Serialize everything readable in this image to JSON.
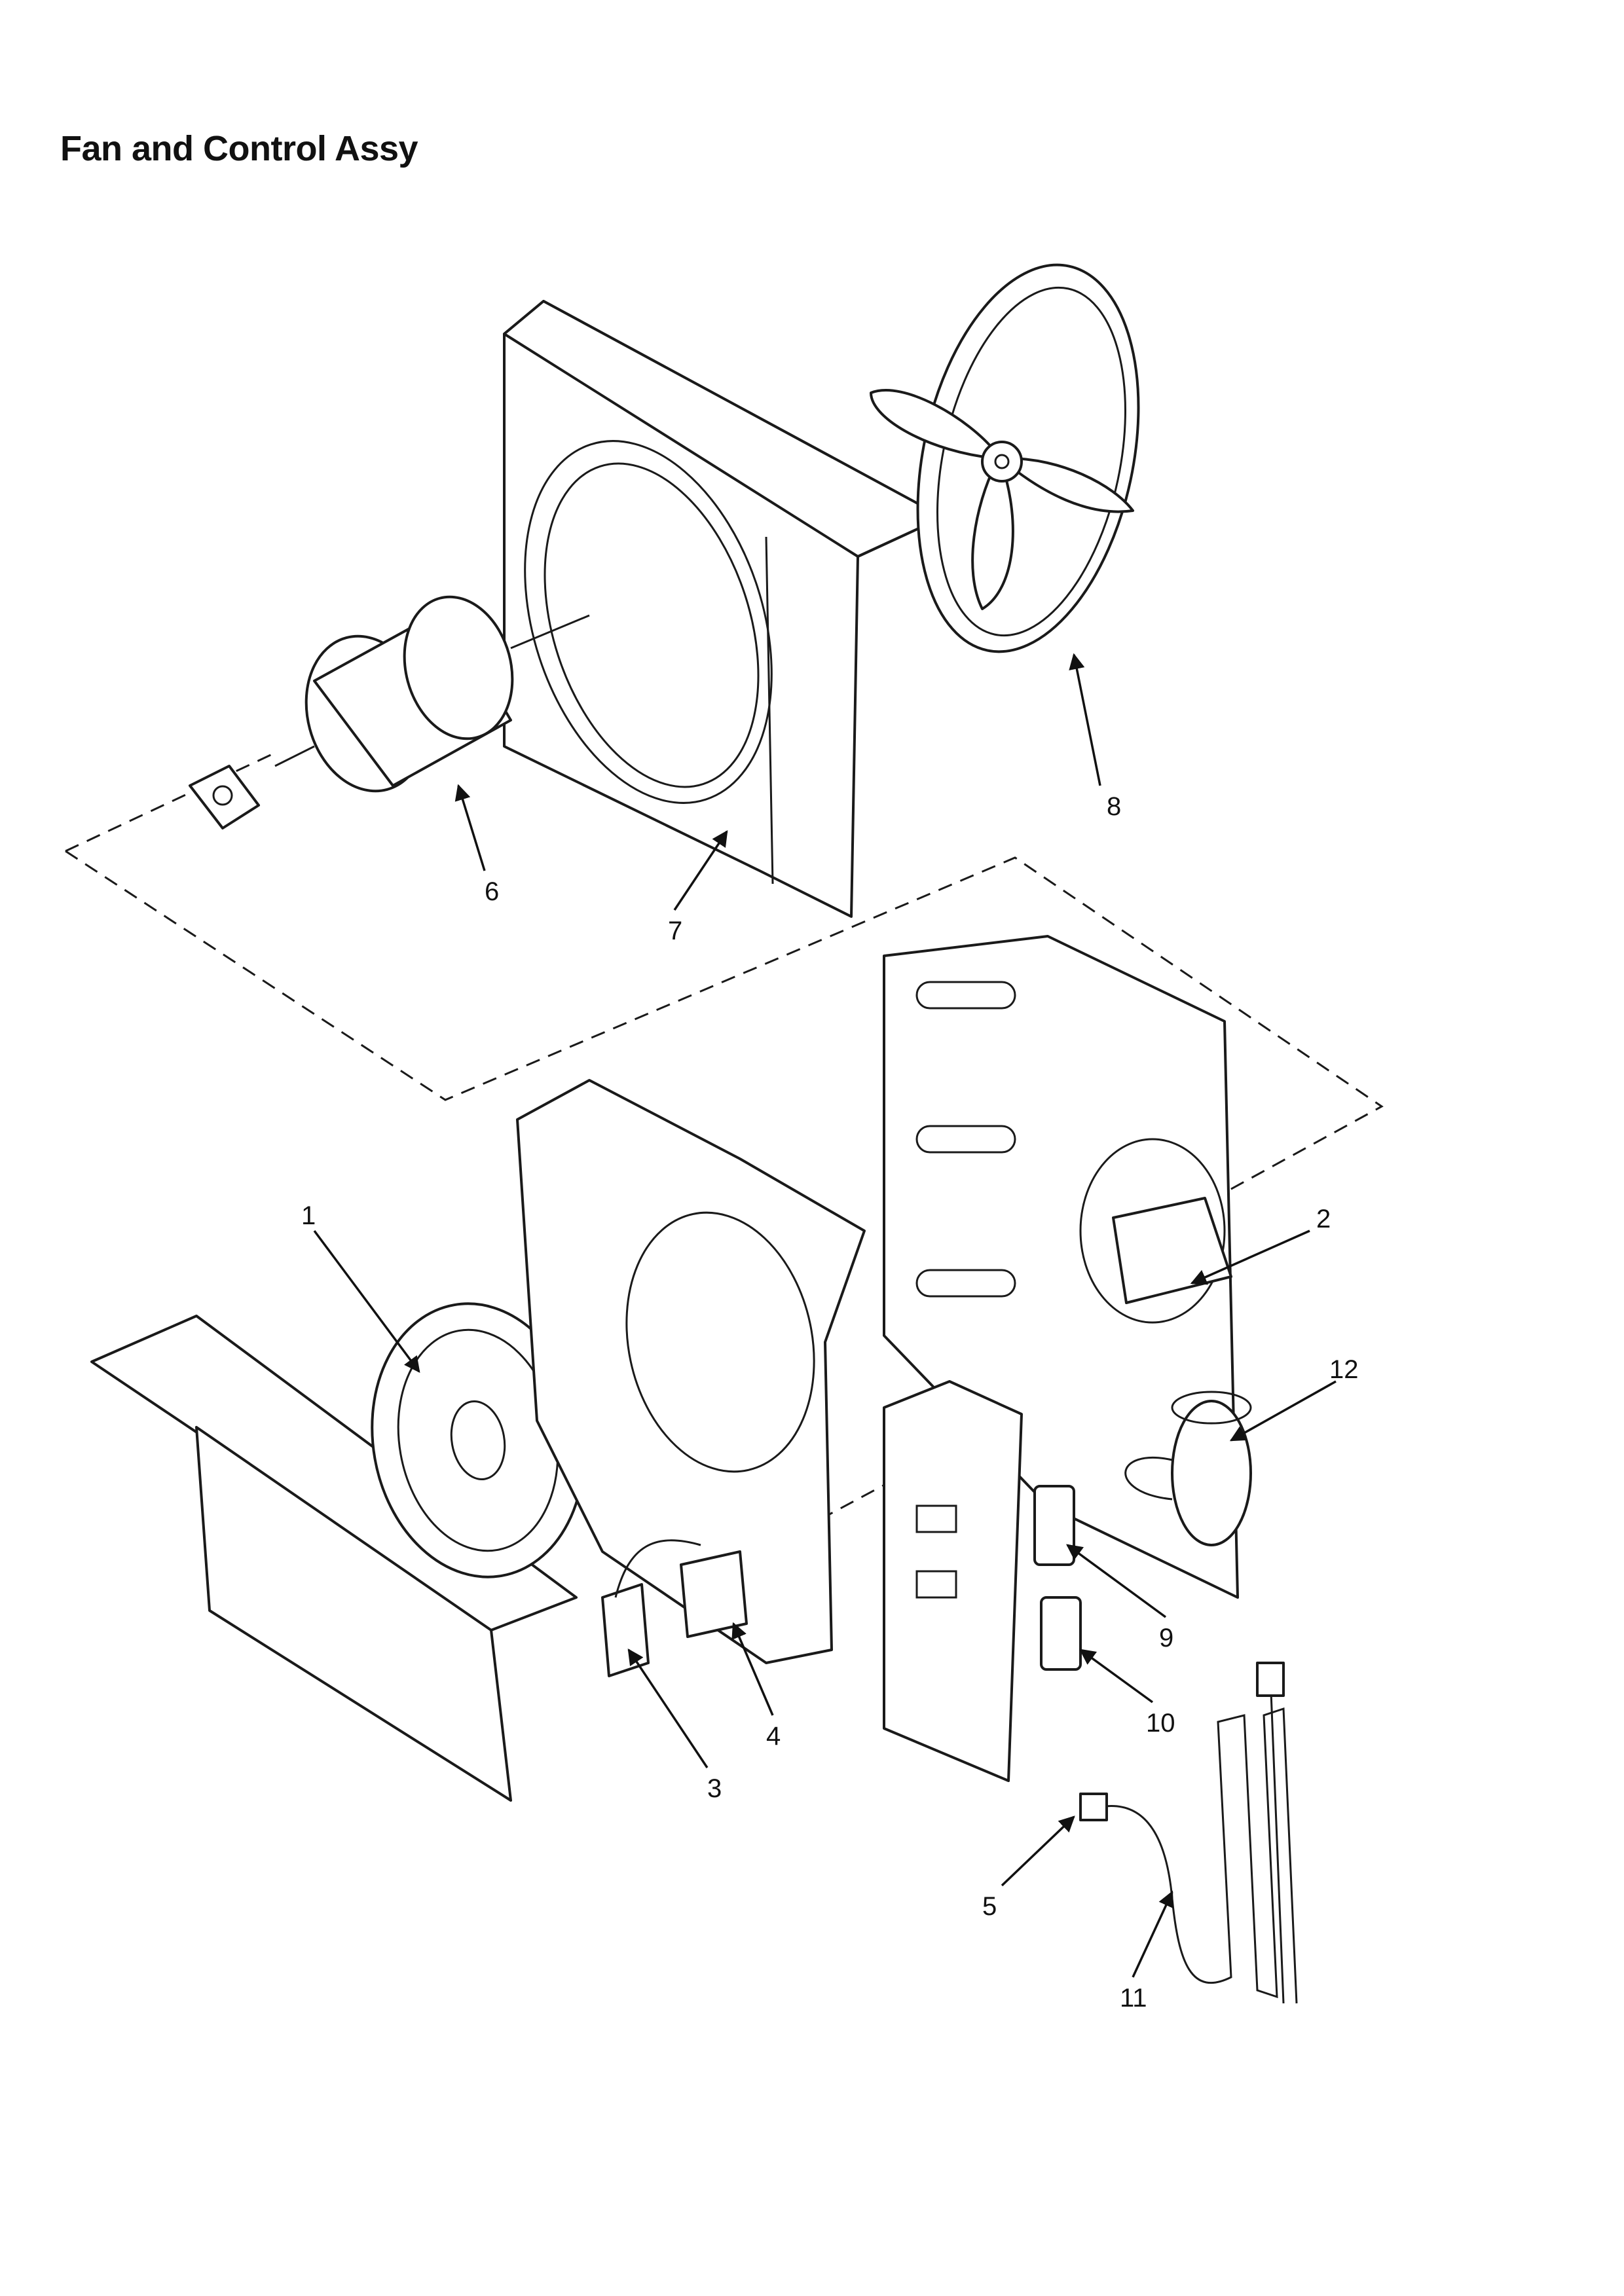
{
  "title": "Fan and Control Assy",
  "callouts": [
    "1",
    "2",
    "3",
    "4",
    "5",
    "6",
    "7",
    "8",
    "9",
    "10",
    "11",
    "12"
  ]
}
